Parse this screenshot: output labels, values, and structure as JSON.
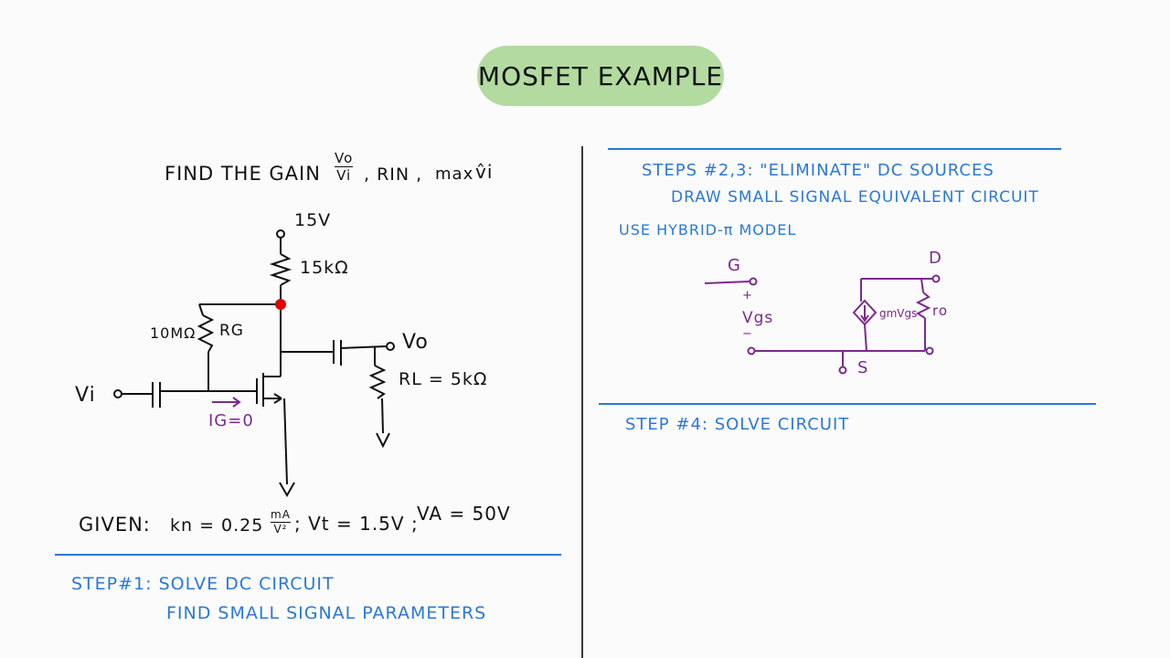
{
  "title": "MOSFET EXAMPLE",
  "problem": {
    "prompt_prefix": "FIND THE GAIN",
    "gain_numerator": "Vo",
    "gain_denominator": "Vi",
    "rin": ", RIN ,",
    "max_label": "max",
    "max_vi": "v̂i"
  },
  "circuit": {
    "vdd": "15V",
    "rd": "15kΩ",
    "rg_value": "10MΩ",
    "rg_name": "RG",
    "vo": "Vo",
    "vi": "Vi",
    "rl": "RL = 5kΩ",
    "ig": "IG=0"
  },
  "given": {
    "label": "GIVEN:",
    "kn": "kn = 0.25",
    "kn_unit_num": "mA",
    "kn_unit_den": "V²",
    "vt": "; Vt = 1.5V ;",
    "va": "VA = 50V"
  },
  "step1": {
    "heading": "STEP#1: SOLVE DC CIRCUIT",
    "sub": "FIND SMALL SIGNAL PARAMETERS"
  },
  "step23": {
    "heading": "STEPS #2,3: \"ELIMINATE\" DC SOURCES",
    "sub": "DRAW SMALL SIGNAL EQUIVALENT CIRCUIT",
    "model": "USE HYBRID-π MODEL",
    "g": "G",
    "d": "D",
    "s": "S",
    "vgs_plus": "+",
    "vgs": "Vgs",
    "vgs_minus": "−",
    "gm": "gmVgs",
    "ro": "ro"
  },
  "step4": {
    "heading": "STEP #4: SOLVE CIRCUIT"
  },
  "colors": {
    "accent_blue": "#2a78d8",
    "title_green": "#b3dba0",
    "model_purple": "#7a2a8c",
    "cursor_red": "#e00000"
  }
}
